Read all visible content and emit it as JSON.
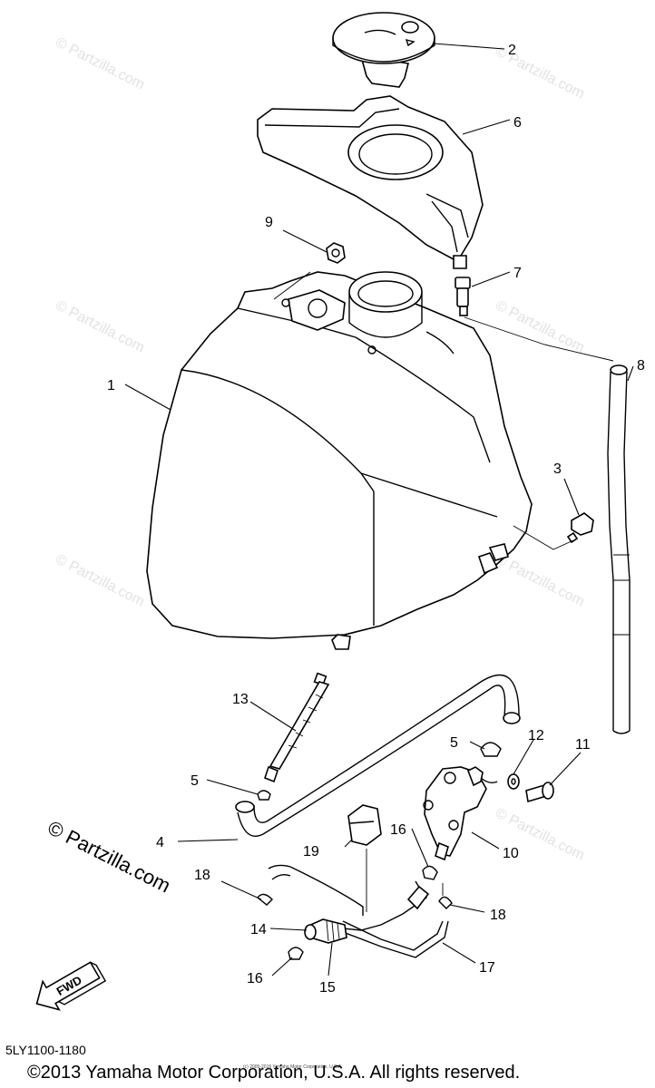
{
  "diagram": {
    "watermark_text": "© Partzilla.com",
    "partzilla_mark": "© Partzilla.com",
    "fwd_label": "FWD",
    "part_code": "5LY1100-1180",
    "copyright": "©2013 Yamaha Motor Corporation, U.S.A. All rights reserved.",
    "tiny_note": "(c) 2005-2016 Yamaha Motor Corporation, U.S.A.",
    "callouts": [
      "2",
      "6",
      "9",
      "7",
      "8",
      "1",
      "3",
      "13",
      "5",
      "12",
      "11",
      "5",
      "4",
      "16",
      "10",
      "19",
      "18",
      "18",
      "14",
      "17",
      "16",
      "15"
    ]
  }
}
